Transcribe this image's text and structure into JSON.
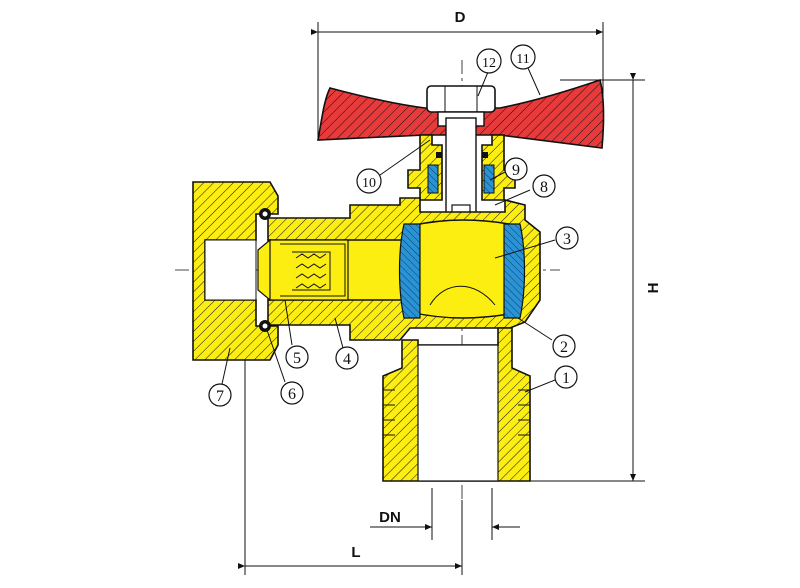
{
  "dimensions": {
    "d": "D",
    "h": "H",
    "dn": "DN",
    "l": "L"
  },
  "callouts": [
    {
      "num": "1"
    },
    {
      "num": "2"
    },
    {
      "num": "3"
    },
    {
      "num": "4"
    },
    {
      "num": "5"
    },
    {
      "num": "6"
    },
    {
      "num": "7"
    },
    {
      "num": "8"
    },
    {
      "num": "9"
    },
    {
      "num": "10"
    },
    {
      "num": "11"
    },
    {
      "num": "12"
    }
  ],
  "colors": {
    "brass": "#fdee11",
    "handle": "#e83a3a",
    "seal": "#2a93d6",
    "hatch": "#111111"
  }
}
